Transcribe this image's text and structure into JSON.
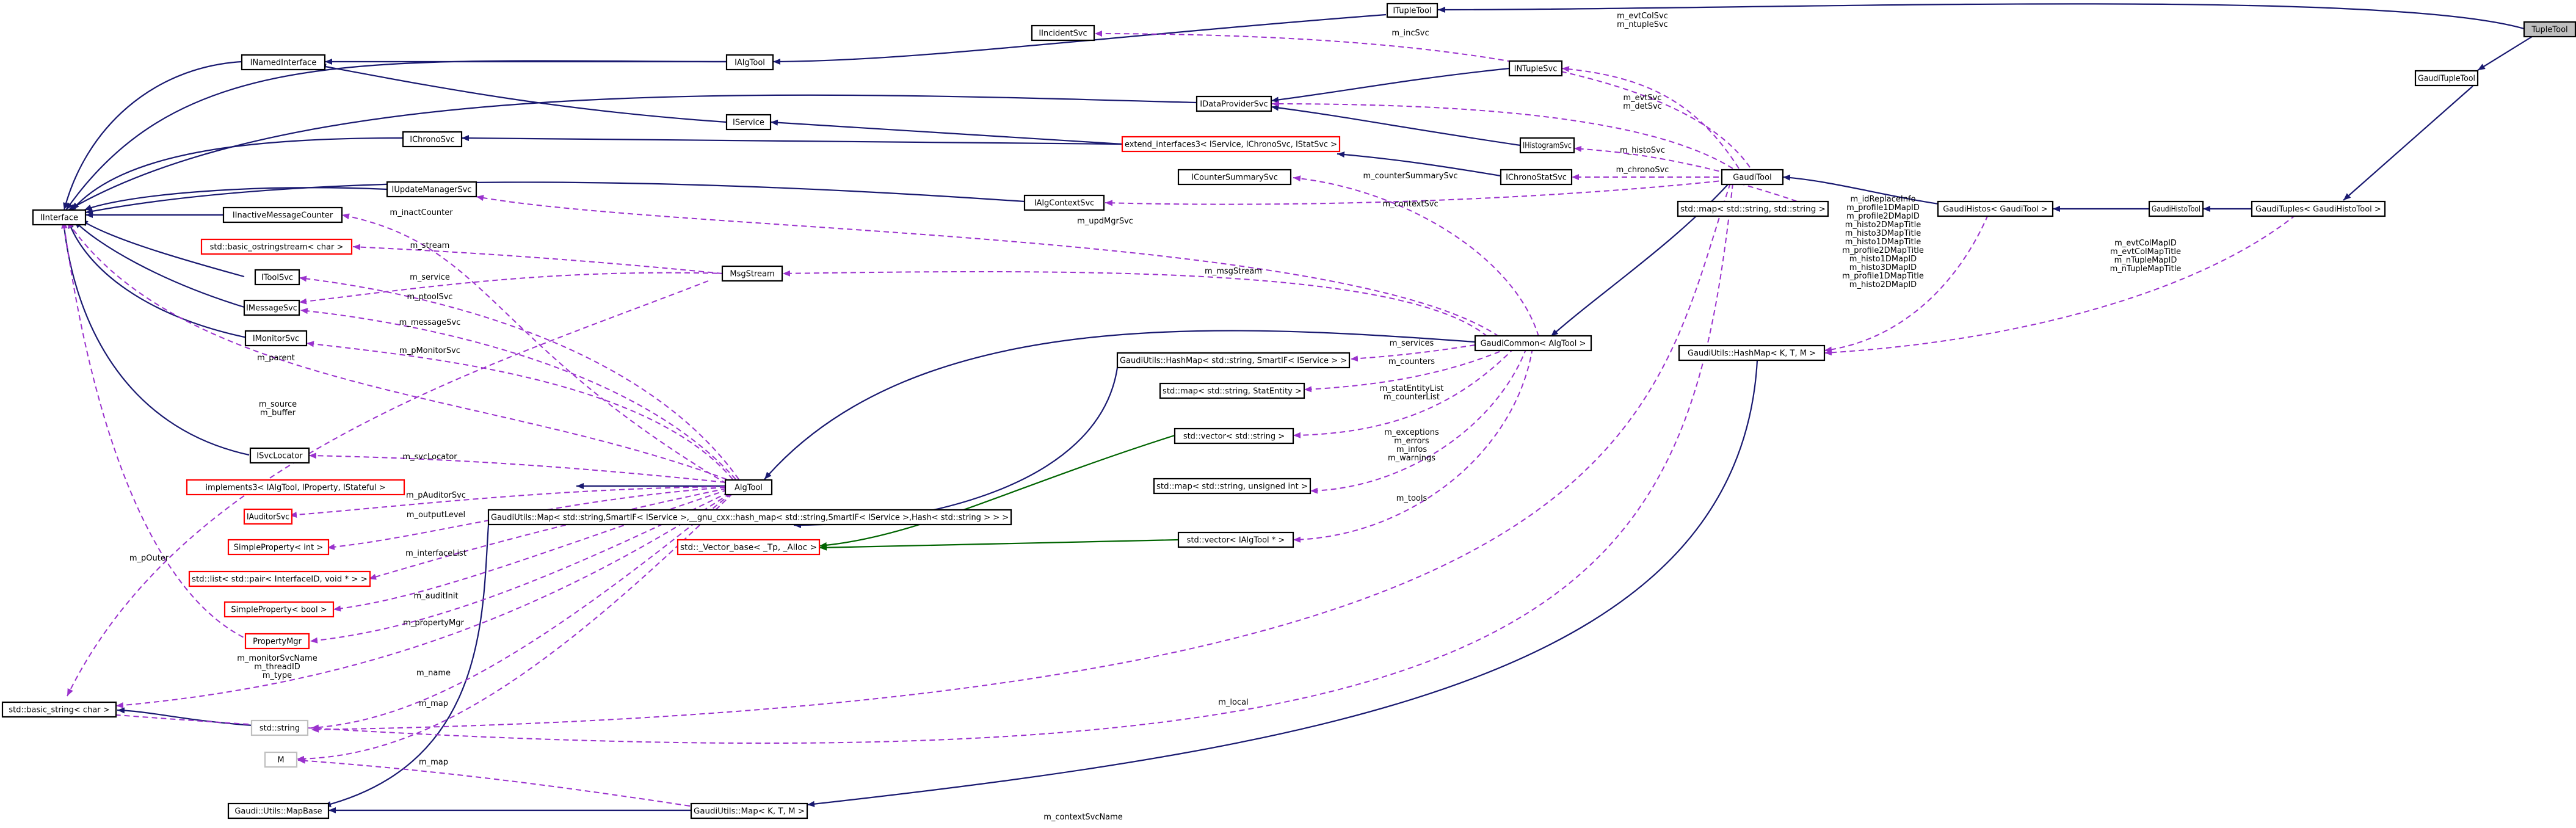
{
  "nodes": {
    "tupletool": "TupleTool",
    "ituple_tool": "ITupleTool",
    "gaudi_tuple_tool": "GaudiTupleTool",
    "gaudi_tuples": "GaudiTuples< GaudiHistoTool >",
    "gaudi_histo_tool": "GaudiHistoTool",
    "gaudi_histos": "GaudiHistos< GaudiTool >",
    "gaudi_tool": "GaudiTool",
    "gaudi_common": "GaudiCommon< AlgTool >",
    "alg_tool": "AlgTool",
    "interface": "IInterface",
    "inamed": "INamedInterface",
    "ialgtool": "IAlgTool",
    "iincident": "IIncidentSvc",
    "ichrono": "IChronoSvc",
    "iupdate": "IUpdateManagerSvc",
    "iinactive": "IInactiveMessageCounter",
    "ostream": "std::basic_ostringstream< char >",
    "itoolsvc": "IToolSvc",
    "imessagesvc": "IMessageSvc",
    "imonitor": "IMonitorSvc",
    "isvclocator": "ISvcLocator",
    "impl3": "implements3< IAlgTool, IProperty, IStateful >",
    "iauditor": "IAuditorSvc",
    "simple_int": "SimpleProperty< int >",
    "list_pair": "std::list< std::pair< InterfaceID, void * > >",
    "simple_bool": "SimpleProperty< bool >",
    "propmgr": "PropertyMgr",
    "basic_string": "std::basic_string< char >",
    "std_string": "std::string",
    "m": "M",
    "mapbase": "Gaudi::Utils::MapBase",
    "gu_map": "GaudiUtils::Map< K, T, M >",
    "gu_map_big": "GaudiUtils::Map< std::string,SmartIF< IService >,__gnu_cxx::hash_map< std::string,SmartIF< IService >,Hash< std::string > > >",
    "vector_base": "std::_Vector_base< _Tp, _Alloc >",
    "msgstream": "MsgStream",
    "iservice": "IService",
    "idataprovider": "IDataProviderSvc",
    "ntuplesvc": "INTupleSvc",
    "extend_ifaces": "extend_interfaces3< IService, IChronoSvc, IStatSvc >",
    "ihistogram": "IHistogramSvc",
    "icounter": "ICounterSummarySvc",
    "ichronostat": "IChronoStatSvc",
    "ialgcontext": "IAlgContextSvc",
    "gu_hashmap_svc": "GaudiUtils::HashMap< std::string, SmartIF< IService > >",
    "map_stat": "std::map< std::string, StatEntity >",
    "vector_string": "std::vector< std::string >",
    "map_uint": "std::map< std::string, unsigned int >",
    "vector_ialgtool": "std::vector< IAlgTool * >",
    "map_string": "std::map< std::string, std::string >",
    "gu_hashmap": "GaudiUtils::HashMap< K, T, M >"
  },
  "labels": {
    "m_incsvc": "m_incSvc",
    "m_evtcolsvc": "m_evtColSvc\nm_ntupleSvc",
    "m_evtsvc": "m_evtSvc\nm_detSvc",
    "m_histosvc": "m_histoSvc",
    "m_chronosvc": "m_chronoSvc",
    "m_countersummary": "m_counterSummarySvc",
    "m_contextsvc": "m_contextSvc",
    "m_updmgrsvc": "m_updMgrSvc",
    "m_inactcounter": "m_inactCounter",
    "m_stream": "m_stream",
    "m_service": "m_service",
    "m_ptoolsvc": "m_ptoolSvc",
    "m_messagesvc": "m_messageSvc",
    "m_pmonitorsvc": "m_pMonitorSvc",
    "m_parent": "m_parent",
    "m_source": "m_source\nm_buffer",
    "m_svclocator": "m_svcLocator",
    "m_pauditorsvc": "m_pAuditorSvc",
    "m_outputlevel": "m_outputLevel",
    "m_interfacelist": "m_interfaceList",
    "m_auditinit": "m_auditInit",
    "m_propertymgr": "m_propertyMgr",
    "m_monitorsvcname": "m_monitorSvcName\nm_threadID\nm_type",
    "m_name": "m_name",
    "m_map_m": "m_map",
    "m_map_base": "m_map",
    "m_local": "m_local",
    "m_contextsvcname": "m_contextSvcName",
    "m_pouter": "m_pOuter",
    "m_msgstream": "m_msgStream",
    "m_services": "m_services",
    "m_counters": "m_counters",
    "m_statentity": "m_statEntityList\nm_counterList",
    "m_exceptions": "m_exceptions\nm_errors\nm_infos\nm_warnings",
    "m_tools": "m_tools",
    "m_idreplace": "m_idReplaceInfo\nm_profile1DMapID\nm_profile2DMapID\nm_histo2DMapTitle\nm_histo3DMapTitle\nm_histo1DMapTitle\nm_profile2DMapTitle\nm_histo1DMapID\nm_histo3DMapID\nm_profile1DMapTitle\nm_histo2DMapID",
    "m_evtcolmap": "m_evtColMapID\nm_evtColMapTitle\nm_nTupleMapID\nm_nTupleMapTitle"
  },
  "colors": {
    "inheritance": "#191970",
    "template": "#006400",
    "usage": "#9a32cd",
    "node_border": "#000000",
    "node_border_incomplete": "#ff0000",
    "node_border_external": "#bfbfbf",
    "root_fill": "#bfbfbf"
  }
}
